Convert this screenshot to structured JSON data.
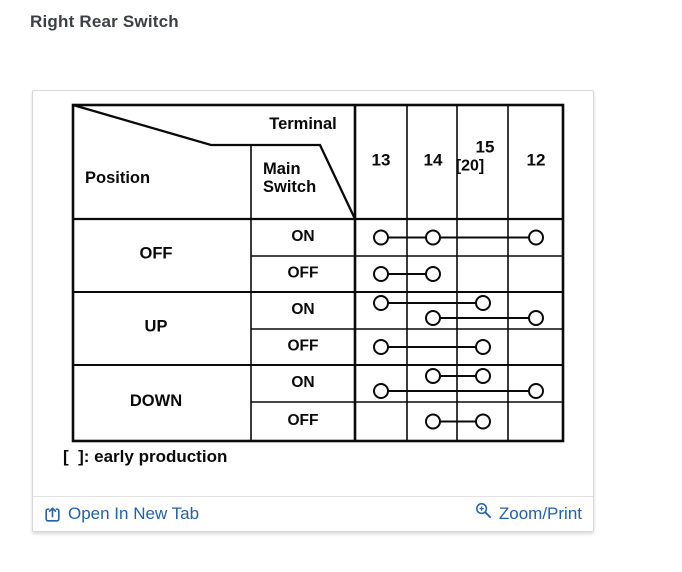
{
  "page": {
    "title": "Right Rear Switch"
  },
  "card": {
    "footnote": "[  ]: early production",
    "footer": {
      "open_link": "Open In New Tab",
      "zoom_link": "Zoom/Print"
    }
  },
  "diagram": {
    "header": {
      "terminal_label": "Terminal",
      "position_label": "Position",
      "main_switch_lines": [
        "Main",
        "Switch"
      ]
    },
    "terminals": [
      {
        "id": "13",
        "label": "13",
        "sublabel": ""
      },
      {
        "id": "14",
        "label": "14",
        "sublabel": ""
      },
      {
        "id": "15",
        "label": "15",
        "sublabel": "[20]"
      },
      {
        "id": "12",
        "label": "12",
        "sublabel": ""
      }
    ],
    "rows": [
      {
        "position": "OFF",
        "main": "ON",
        "lines": [
          [
            "13",
            "14",
            "12"
          ]
        ]
      },
      {
        "position": "OFF",
        "main": "OFF",
        "lines": [
          [
            "13",
            "14"
          ]
        ]
      },
      {
        "position": "UP",
        "main": "ON",
        "lines": [
          [
            "13",
            "15"
          ],
          [
            "14",
            "12"
          ]
        ]
      },
      {
        "position": "UP",
        "main": "OFF",
        "lines": [
          [
            "13",
            "15"
          ]
        ]
      },
      {
        "position": "DOWN",
        "main": "ON",
        "lines": [
          [
            "14",
            "15"
          ],
          [
            "13",
            "12"
          ]
        ]
      },
      {
        "position": "DOWN",
        "main": "OFF",
        "lines": [
          [
            "14",
            "15"
          ]
        ]
      }
    ]
  },
  "colors": {
    "ink": "#0a0a0a",
    "link_blue": "#2161a9",
    "title_gray": "#3c4043"
  }
}
